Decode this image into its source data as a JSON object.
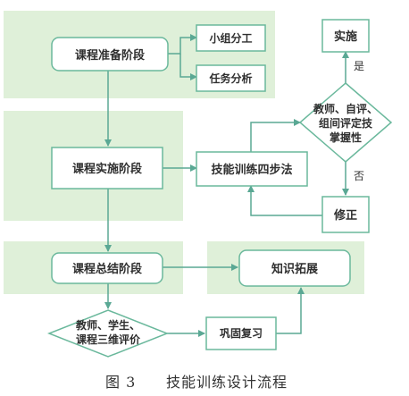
{
  "diagram": {
    "nodes": {
      "prep": "课程准备阶段",
      "group": "小组分工",
      "task": "任务分析",
      "impl": "课程实施阶段",
      "four_step": "技能训练四步法",
      "shishi": "实施",
      "eval_line1": "教师、自评、",
      "eval_line2": "组间评定技",
      "eval_line3": "掌握性",
      "revise": "修正",
      "summary": "课程总结阶段",
      "knowledge": "知识拓展",
      "three_eval_line1": "教师、学生、",
      "three_eval_line2": "课程三维评价",
      "consolidate": "巩固复习"
    },
    "edge_labels": {
      "yes": "是",
      "no": "否"
    },
    "caption": {
      "figure_no": "图 3",
      "title": "技能训练设计流程"
    }
  },
  "colors": {
    "band": "#dff0d9",
    "node_fill": "#ffffff",
    "node_stroke": "#6ab89c",
    "arrow": "#5aa894",
    "text": "#2f2f2f"
  }
}
